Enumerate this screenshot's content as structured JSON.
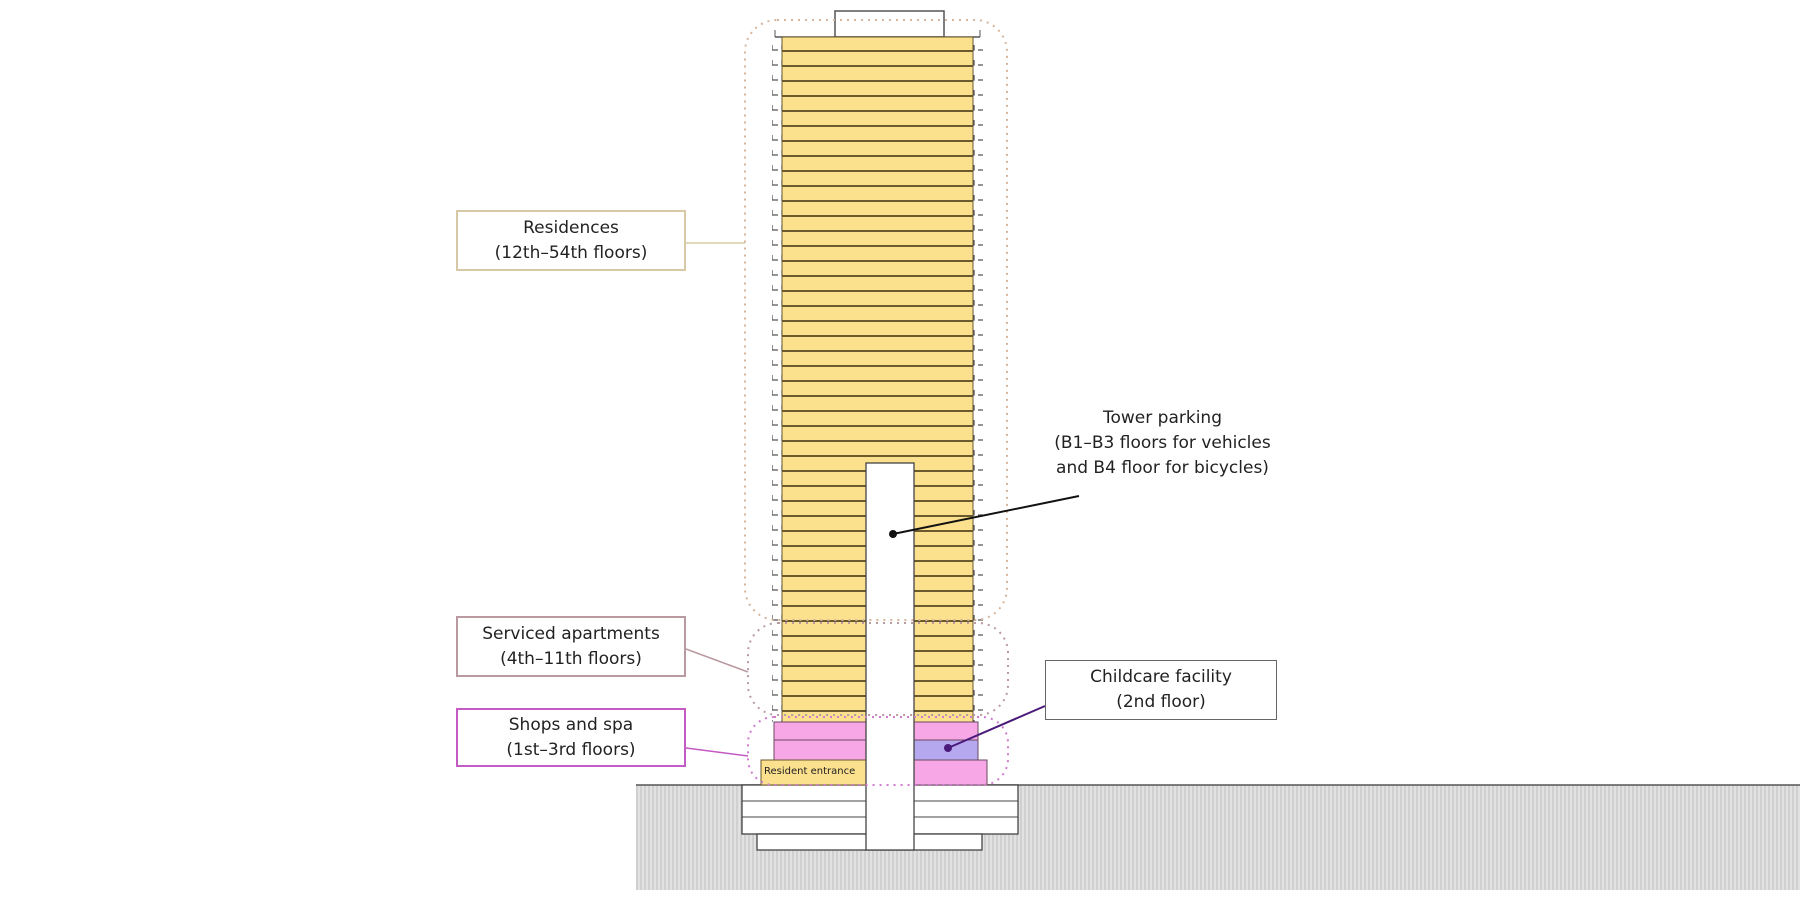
{
  "labels": {
    "residences": {
      "title": "Residences",
      "floors": "(12th–54th floors)"
    },
    "serviced": {
      "title": "Serviced apartments",
      "floors": "(4th–11th floors)"
    },
    "shops": {
      "title": "Shops and spa",
      "floors": "(1st–3rd floors)"
    },
    "parking": {
      "title": "Tower parking",
      "line2": "(B1–B3 floors for vehicles",
      "line3": "and B4 floor for bicycles)"
    },
    "childcare": {
      "title": "Childcare facility",
      "floors": "(2nd floor)"
    },
    "entrance": "Resident entrance"
  },
  "colors": {
    "residential": "#fbe08e",
    "shops": "#f7a6e6",
    "childcare": "#b5a8ee",
    "ground": "#d6d6d6",
    "residences_border": "#d8c9a6",
    "serviced_border": "#b89aa0",
    "shops_border": "#c45ac4"
  }
}
